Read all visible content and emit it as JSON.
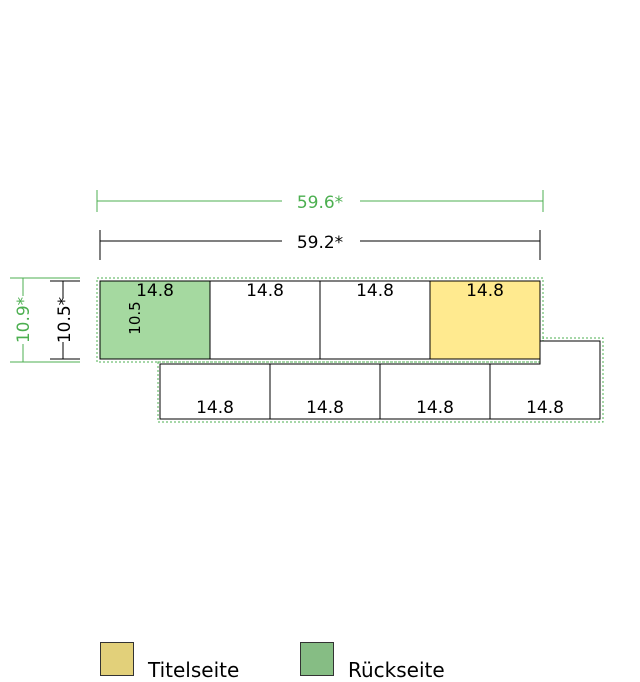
{
  "colors": {
    "green_dim": "#4caf50",
    "title_fill": "#ffea8f",
    "back_fill": "#a5d9a0",
    "legend_title": "#e2d07a",
    "legend_back": "#86bd84"
  },
  "dimensions": {
    "outer_width": "59.6*",
    "inner_width": "59.2*",
    "outer_height": "10.9*",
    "inner_height": "10.5*"
  },
  "top_row": [
    {
      "label": "14.8",
      "role": "back",
      "height_label": "10.5"
    },
    {
      "label": "14.8",
      "role": "plain"
    },
    {
      "label": "14.8",
      "role": "plain"
    },
    {
      "label": "14.8",
      "role": "title"
    }
  ],
  "bottom_row": [
    {
      "label": "14.8"
    },
    {
      "label": "14.8"
    },
    {
      "label": "14.8"
    },
    {
      "label": "14.8"
    }
  ],
  "legend": {
    "title_page": "Titelseite",
    "back_page": "Rückseite"
  }
}
